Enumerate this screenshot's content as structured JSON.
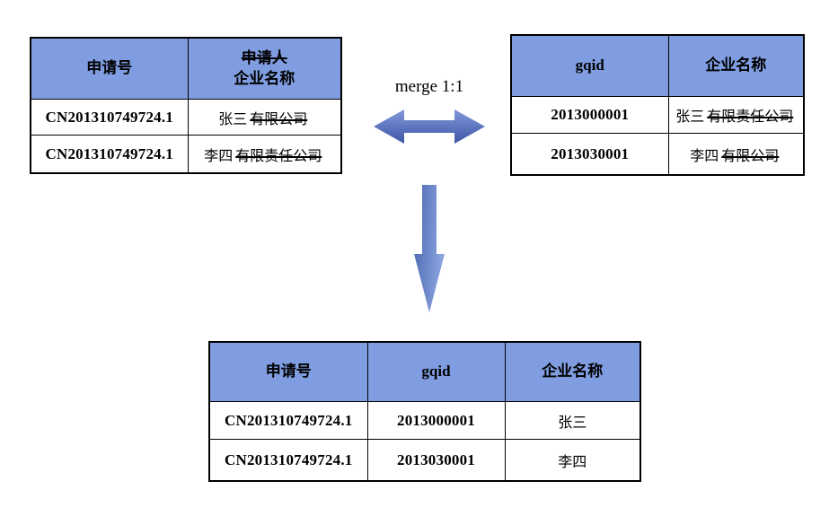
{
  "diagram": {
    "merge_label": "merge 1:1",
    "colors": {
      "header_bg": "#7f9de0",
      "arrow_gradient_light": "#7e95d8",
      "arrow_gradient_dark": "#3e56a6",
      "table_border": "#000000",
      "background": "#ffffff"
    },
    "left_table": {
      "header": {
        "col1": "申请号",
        "col2_line1_struck": "申请人",
        "col2_line2": "企业名称"
      },
      "rows": [
        {
          "col1": "CN201310749724.1",
          "col2_plain": "张三",
          "col2_struck": "有限公司"
        },
        {
          "col1": "CN201310749724.1",
          "col2_plain": "李四",
          "col2_struck": "有限责任公司"
        }
      ]
    },
    "right_table": {
      "header": {
        "col1": "gqid",
        "col2": "企业名称"
      },
      "rows": [
        {
          "col1": "2013000001",
          "col2_plain": "张三",
          "col2_struck": "有限责任公司"
        },
        {
          "col1": "2013030001",
          "col2_plain": "李四",
          "col2_struck": "有限公司"
        }
      ]
    },
    "result_table": {
      "header": {
        "col1": "申请号",
        "col2": "gqid",
        "col3": "企业名称"
      },
      "rows": [
        {
          "col1": "CN201310749724.1",
          "col2": "2013000001",
          "col3": "张三"
        },
        {
          "col1": "CN201310749724.1",
          "col2": "2013030001",
          "col3": "李四"
        }
      ]
    }
  }
}
